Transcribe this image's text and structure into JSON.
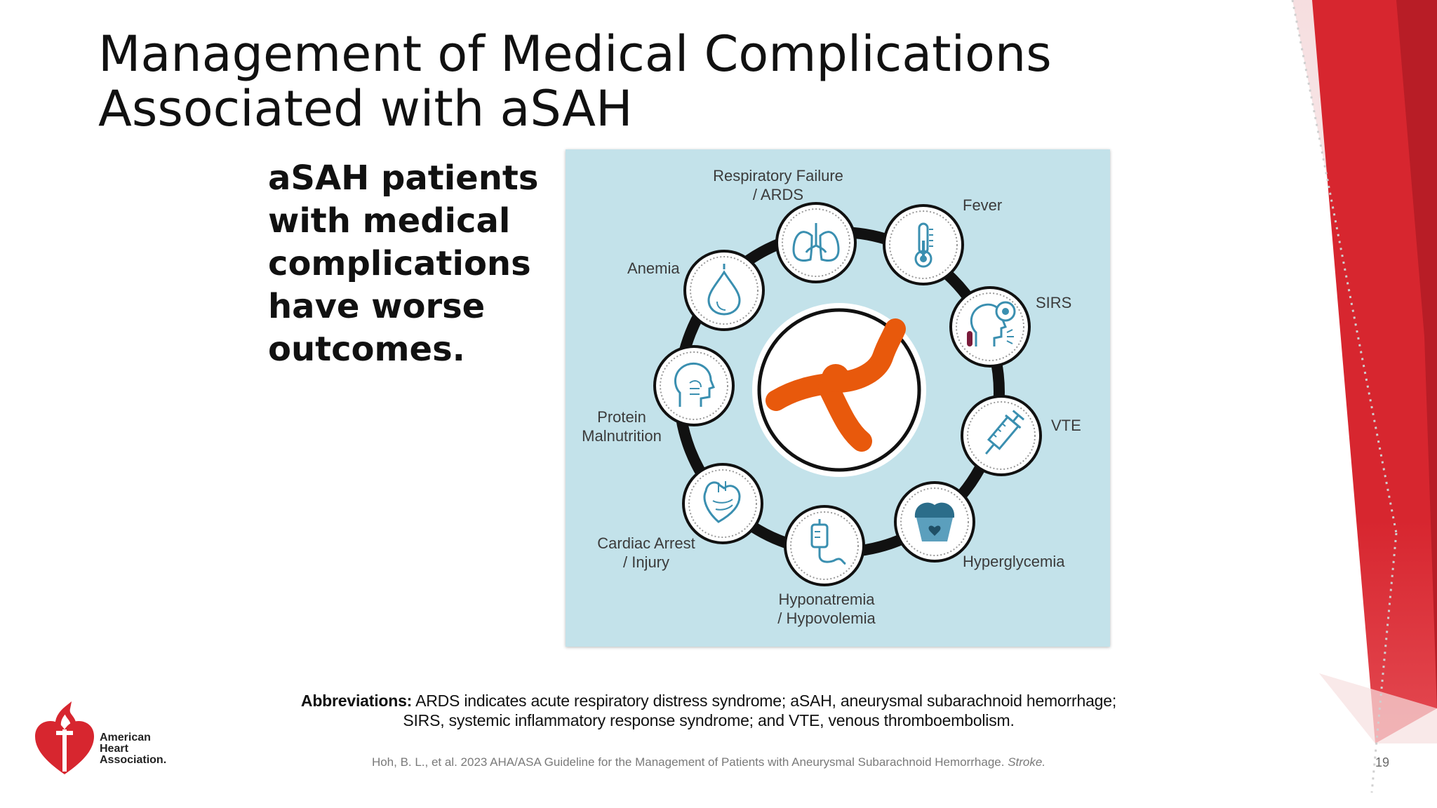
{
  "slide": {
    "title": "Management of Medical Complications Associated with aSAH",
    "lead_text": "aSAH patients with medical complications have worse outcomes.",
    "figure_labels": {
      "respiratory_1": "Respiratory Failure",
      "respiratory_2": "/ ARDS",
      "fever": "Fever",
      "sirs": "SIRS",
      "vte": "VTE",
      "hyperglycemia": "Hyperglycemia",
      "hyponatremia_1": "Hyponatremia",
      "hyponatremia_2": "/ Hypovolemia",
      "cardiac_1": "Cardiac Arrest",
      "cardiac_2": "/ Injury",
      "protein_1": "Protein",
      "protein_2": "Malnutrition",
      "anemia": "Anemia"
    },
    "figure_icons": {
      "center": "aneurysm-icon",
      "respiratory": "lungs-icon",
      "fever": "thermometer-icon",
      "sirs": "head-virus-icon",
      "vte": "syringe-icon",
      "hyperglycemia": "cupcake-icon",
      "hyponatremia": "iv-bag-icon",
      "cardiac": "heart-icon",
      "protein": "head-profile-icon",
      "anemia": "blood-drop-icon"
    },
    "abbreviations_label": "Abbreviations:",
    "abbreviations_line1": "ARDS indicates acute respiratory distress syndrome; aSAH, aneurysmal subarachnoid hemorrhage;",
    "abbreviations_line2": "SIRS, systemic inflammatory response syndrome; and VTE, venous thromboembolism.",
    "citation_text": "Hoh, B. L., et al. 2023 AHA/ASA Guideline for the Management of Patients with Aneurysmal Subarachnoid Hemorrhage.",
    "citation_journal": "Stroke.",
    "page_number": "19",
    "logo": {
      "name": "american-heart-association-logo",
      "line1": "American",
      "line2": "Heart",
      "line3": "Association."
    }
  },
  "colors": {
    "brand_red": "#d7262f",
    "figure_bg": "#c3e2ea",
    "aneurysm_orange": "#e8590c",
    "ring_black": "#111111",
    "icon_blue": "#3a8fb0"
  }
}
